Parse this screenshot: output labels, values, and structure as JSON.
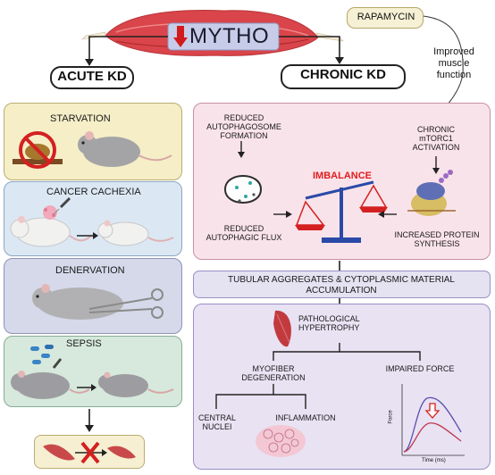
{
  "header": {
    "title": "MYTHO"
  },
  "rapamycin": {
    "label": "RAPAMYCIN",
    "effect": "Improved\nmuscle\nfunction"
  },
  "acute": {
    "title": "ACUTE KD",
    "conditions": [
      {
        "label": "STARVATION",
        "color": "#f5eec7"
      },
      {
        "label": "CANCER CACHEXIA",
        "color": "#dbe8f4"
      },
      {
        "label": "DENERVATION",
        "color": "#d5d9ea"
      },
      {
        "label": "SEPSIS",
        "color": "#d6e9dc"
      }
    ]
  },
  "chronic": {
    "title": "CHRONIC KD",
    "reduced_autophagosome": "REDUCED\nAUTOPHAGOSOME\nFORMATION",
    "chronic_mtorc1": "CHRONIC\nmTORC1\nACTIVATION",
    "imbalance": "IMBALANCE",
    "reduced_flux": "REDUCED\nAUTOPHAGIC FLUX",
    "increased_synthesis": "INCREASED PROTEIN\nSYNTHESIS",
    "tubular": "TUBULAR AGGREGATES & CYTOPLASMIC MATERIAL\nACCUMULATION",
    "pathological": "PATHOLOGICAL\nHYPERTROPHY",
    "myofiber": "MYOFIBER\nDEGENERATION",
    "impaired_force": "IMPAIRED FORCE",
    "central_nuclei": "CENTRAL\nNUCLEI",
    "inflammation": "INFLAMMATION",
    "graph": {
      "ylabel": "Force",
      "xlabel": "Time (ms)"
    }
  },
  "colors": {
    "acute_starvation": "#f5eec7",
    "acute_cachexia": "#dbe8f4",
    "acute_denervation": "#d5d9ea",
    "acute_sepsis": "#d6e9dc",
    "chronic_pink": "#f9e3ea",
    "chronic_lavender": "#e8e2f3",
    "imbalance_red": "#e11d1d"
  }
}
